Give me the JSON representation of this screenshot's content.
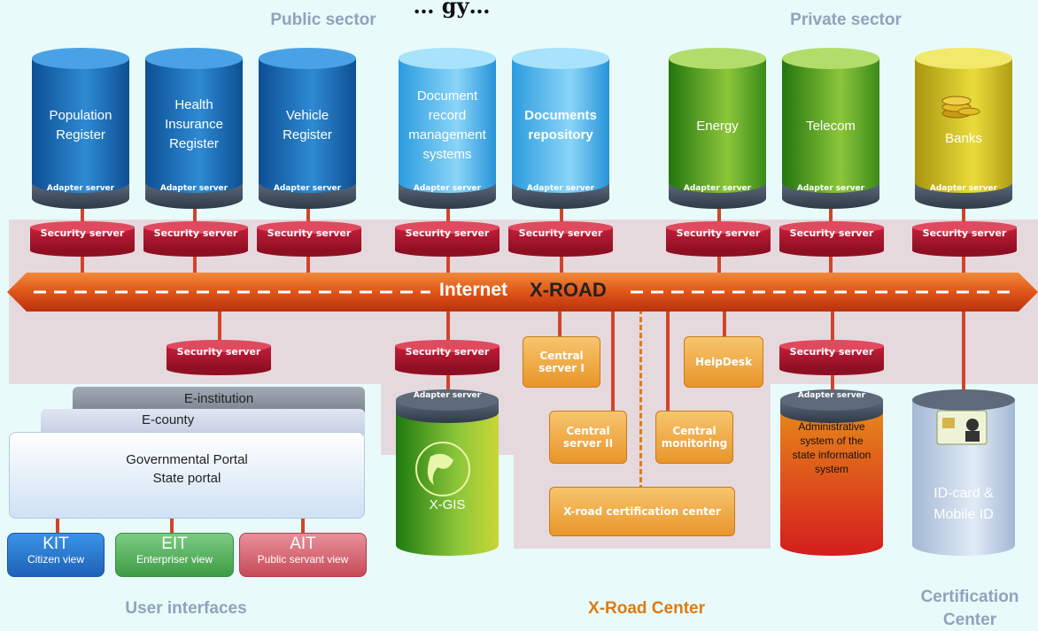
{
  "title": "… gy…",
  "sections": {
    "public": "Public sector",
    "private": "Private sector",
    "user_interfaces": "User interfaces",
    "xroad_center": "X-Road Center",
    "certification_center": "Certification Center"
  },
  "cylinders": {
    "population": "Population Register",
    "health": "Health Insurance Register",
    "vehicle": "Vehicle Register",
    "document_record": "Document record management systems",
    "documents_repo": "Documents repository",
    "energy": "Energy",
    "telecom": "Telecom",
    "banks": "Banks",
    "xgis": "X-GIS",
    "admin_system": "Administrative system of the state information system",
    "id_card": "ID-card & Mobile ID"
  },
  "adapter_label": "Adapter server",
  "security_label": "Security server",
  "xroad_bar": {
    "internet": "Internet",
    "xroad": "X-ROAD"
  },
  "center_boxes": {
    "central1": "Central server I",
    "central2": "Central server II",
    "monitoring": "Central monitoring",
    "helpdesk": "HelpDesk",
    "certification": "X-road certification center"
  },
  "portal": {
    "institution": "E-institution",
    "county": "E-county",
    "portal_line1": "Governmental Portal",
    "portal_line2": "State portal"
  },
  "user_views": {
    "kit": "KIT",
    "kit_sub": "Citizen view",
    "eit": "EIT",
    "eit_sub": "Enterpriser view",
    "ait": "AIT",
    "ait_sub": "Public servant view"
  },
  "colors": {
    "public_blue": "#1f6fb5",
    "light_blue": "#4fb8ec",
    "green": "#4a9a2a",
    "yellow": "#c8b21b",
    "security_red": "#b0152f",
    "xroad_orange": "#e85a1c"
  }
}
